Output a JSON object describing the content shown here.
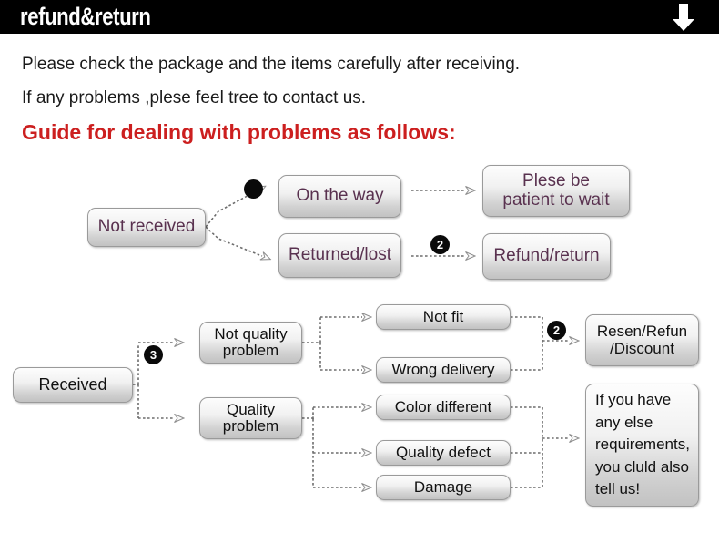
{
  "header": {
    "title": "refund&return",
    "arrow_icon": "down-arrow-icon"
  },
  "intro": {
    "line1": "Please check the package and the items carefully after receiving.",
    "line2": "If any problems ,plese feel tree to contact us.",
    "guide_heading": "Guide for dealing with problems as follows:"
  },
  "colors": {
    "header_bg": "#000000",
    "header_text": "#ffffff",
    "guide_red": "#cc1f1f",
    "box_text_purple": "#59314f",
    "box_text_dark": "#111111",
    "box_border": "#9a9a9a",
    "wire": "#6d6d6d"
  },
  "flow_top": {
    "source": "Not received",
    "branches": [
      {
        "label": "On the way",
        "marker": "❶"
      },
      {
        "label": "Returned/lost",
        "marker": ""
      }
    ],
    "outcomes": [
      {
        "label": "Plese be\npatient to wait",
        "line1": "Plese be",
        "line2": "patient to wait"
      },
      {
        "label": "Refund/return",
        "marker": "❷"
      }
    ],
    "markers": {
      "one": "❶",
      "two": "❷"
    }
  },
  "flow_bottom": {
    "source": "Received",
    "marker_three": "❸",
    "marker_two": "❷",
    "categories": [
      {
        "line1": "Not quality",
        "line2": "problem"
      },
      {
        "line1": "Quality",
        "line2": "problem"
      }
    ],
    "not_quality_issues": [
      "Not fit",
      "Wrong delivery"
    ],
    "quality_issues": [
      "Color different",
      "Quality defect",
      "Damage"
    ],
    "outcomes": [
      {
        "line1": "Resen/Refun",
        "line2": "/Discount"
      },
      {
        "line1": "If you have",
        "line2": "any else",
        "line3": "requirements,",
        "line4": "you cluld also",
        "line5": "tell us!"
      }
    ]
  }
}
